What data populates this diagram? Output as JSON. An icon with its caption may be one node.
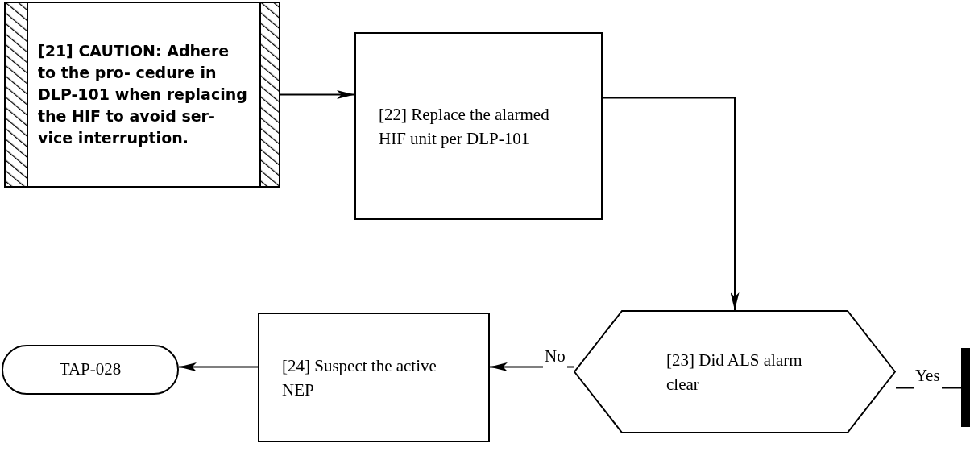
{
  "diagram": {
    "nodes": [
      {
        "text": [
          "[21] CAUTION: Adhere to the pro- cedure in DLP-101 when replacing the HIF to avoid ser- vice interruption."
        ]
      },
      {
        "text": [
          "[22] Replace the alarmed HIF unit per DLP-101"
        ]
      },
      {
        "text": [
          "[23] Did ALS alarm clear"
        ]
      },
      {
        "text": [
          "[24] Suspect the active NEP"
        ]
      },
      {
        "text": [
          "TAP-028"
        ]
      },
      {
        "text": [],
        "shape": "bar"
      }
    ],
    "edges": [
      {
        "from": 0,
        "to": 1,
        "arrow": "to"
      },
      {
        "from": 1,
        "to": 2,
        "arrow": "to"
      },
      {
        "from": 2,
        "to": 3,
        "arrow": "to",
        "label": "No"
      },
      {
        "from": 3,
        "to": 4,
        "arrow": "to"
      },
      {
        "from": 2,
        "to": 5,
        "arrow": "none",
        "label": "Yes"
      }
    ]
  }
}
